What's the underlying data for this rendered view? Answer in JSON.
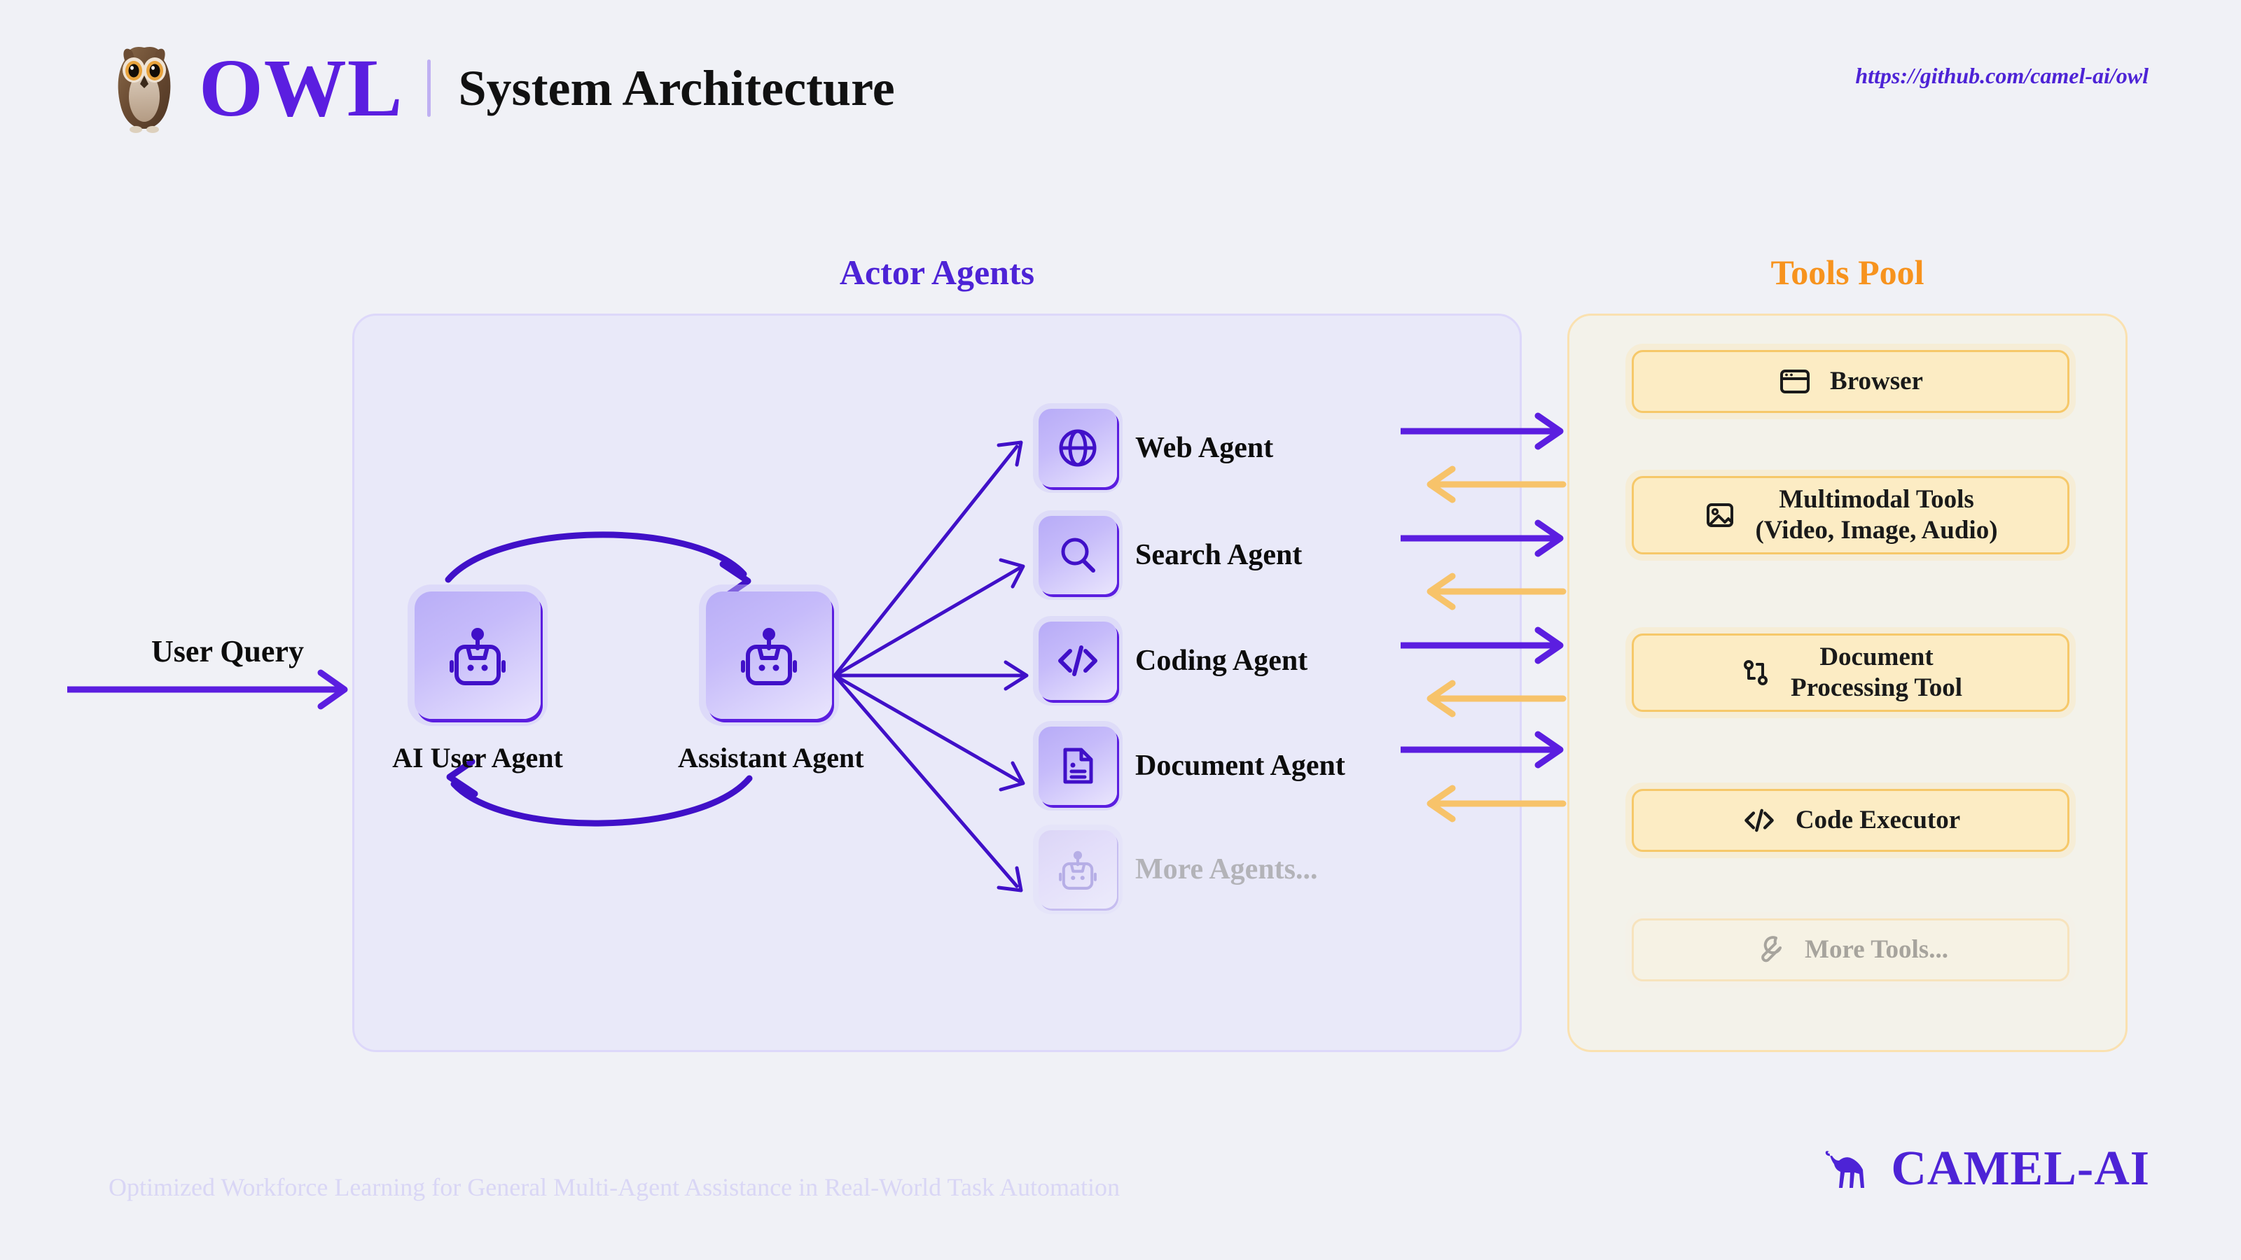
{
  "header": {
    "brand": "OWL",
    "subtitle": "System Architecture",
    "repo_url": "https://github.com/camel-ai/owl",
    "owl_icon": "owl-logo-icon",
    "divider": "title-divider"
  },
  "colors": {
    "background": "#f0f1f6",
    "brand_purple": "#5b1ee0",
    "accent_purple": "#4d23d6",
    "accent_orange": "#f7931e",
    "panel_purple_fill": "#e9e9f9",
    "panel_purple_border": "#ddd8fa",
    "panel_cream_fill": "#f3f2ea",
    "panel_cream_border": "#fae1b0",
    "tool_card_fill": "#fcecc4",
    "tool_card_border": "#f6c869",
    "muted_text": "#b3b3b8",
    "footer_tagline": "#d9d6f5"
  },
  "flow": {
    "user_query_label": "User Query",
    "user_query_arrow": "arrow-right-icon"
  },
  "actor_panel": {
    "title": "Actor Agents",
    "core_agents": [
      {
        "label": "AI User Agent",
        "icon": "robot-icon"
      },
      {
        "label": "Assistant Agent",
        "icon": "robot-icon"
      }
    ],
    "loop_arrows": [
      "arrow-curve-right-icon",
      "arrow-curve-left-icon"
    ],
    "agents": [
      {
        "label": "Web Agent",
        "icon": "globe-icon",
        "muted": false
      },
      {
        "label": "Search Agent",
        "icon": "magnifier-icon",
        "muted": false
      },
      {
        "label": "Coding Agent",
        "icon": "code-brackets-icon",
        "muted": false
      },
      {
        "label": "Document Agent",
        "icon": "document-icon",
        "muted": false
      },
      {
        "label": "More Agents...",
        "icon": "robot-icon",
        "muted": true
      }
    ]
  },
  "tools_panel": {
    "title": "Tools Pool",
    "tools": [
      {
        "label": "Browser",
        "icon": "browser-window-icon",
        "muted": false,
        "lines": 1
      },
      {
        "label": "Multimodal Tools\n(Video, Image, Audio)",
        "icon": "image-icon",
        "muted": false,
        "lines": 2
      },
      {
        "label": "Document\nProcessing Tool",
        "icon": "git-branch-icon",
        "muted": false,
        "lines": 2
      },
      {
        "label": "Code Executor",
        "icon": "code-brackets-icon",
        "muted": false,
        "lines": 1
      },
      {
        "label": "More Tools...",
        "icon": "wrench-icon",
        "muted": true,
        "lines": 1
      }
    ]
  },
  "bridge_arrows": [
    {
      "direction": "right",
      "color": "#5b1ee0",
      "from": "agents",
      "to": "tools"
    },
    {
      "direction": "left",
      "color": "#f7c36a",
      "from": "tools",
      "to": "agents"
    },
    {
      "direction": "right",
      "color": "#5b1ee0",
      "from": "agents",
      "to": "tools"
    },
    {
      "direction": "left",
      "color": "#f7c36a",
      "from": "tools",
      "to": "agents"
    },
    {
      "direction": "right",
      "color": "#5b1ee0",
      "from": "agents",
      "to": "tools"
    },
    {
      "direction": "left",
      "color": "#f7c36a",
      "from": "tools",
      "to": "agents"
    },
    {
      "direction": "right",
      "color": "#5b1ee0",
      "from": "agents",
      "to": "tools"
    },
    {
      "direction": "left",
      "color": "#f7c36a",
      "from": "tools",
      "to": "agents"
    }
  ],
  "footer": {
    "tagline": "Optimized Workforce Learning for General Multi-Agent Assistance in Real-World Task Automation",
    "logo_text": "CAMEL-AI",
    "logo_icon": "camel-icon"
  }
}
